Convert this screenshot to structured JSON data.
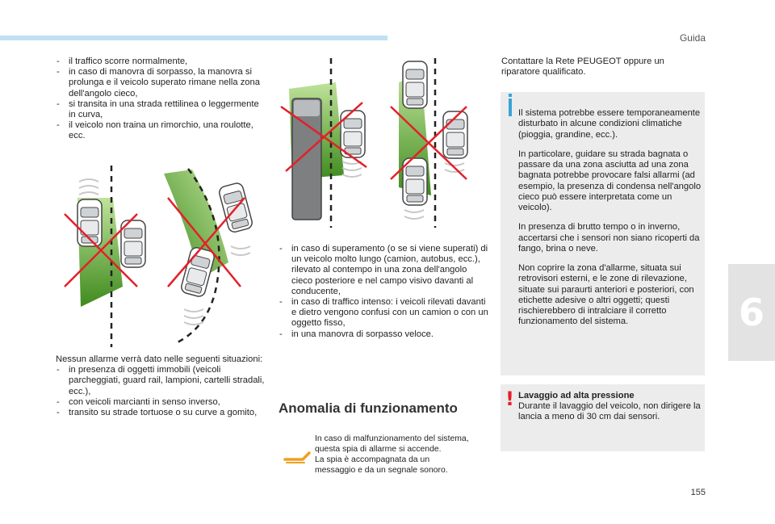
{
  "header": {
    "section": "Guida"
  },
  "chapter": {
    "number": "6"
  },
  "footer": {
    "page_number": "155"
  },
  "col1_top": {
    "items": [
      "il traffico scorre normalmente,",
      "in caso di manovra di sorpasso, la manovra si prolunga e il veicolo superato rimane nella zona dell'angolo cieco,",
      "si transita in una strada rettilinea o leggermente in curva,",
      "il veicolo non traina un rimorchio, una roulotte, ecc."
    ]
  },
  "col1_bottom": {
    "intro": "Nessun allarme verrà dato nelle seguenti situazioni:",
    "items": [
      "in presenza di oggetti immobili (veicoli parcheggiati, guard rail, lampioni, cartelli stradali, ecc.),",
      "con veicoli marcianti in senso inverso,",
      "transito su strade tortuose o su curve a gomito,"
    ]
  },
  "col2": {
    "items": [
      "in caso di superamento (o se si viene superati) di un veicolo molto lungo (camion, autobus, ecc.), rilevato al contempo in una zona dell'angolo cieco posteriore e nel campo visivo davanti al conducente,",
      "in caso di traffico intenso: i veicoli rilevati davanti e dietro vengono confusi con un camion o con un oggetto fisso,",
      "in una manovra di sorpasso veloce."
    ],
    "heading": "Anomalia di funzionamento",
    "malfunction_note": [
      "In caso di malfunzionamento del sistema,",
      "questa spia di allarme si accende.",
      "La spia è accompagnata da un",
      "messaggio e da un segnale sonoro."
    ]
  },
  "col3": {
    "contact": "Contattare la Rete PEUGEOT oppure un riparatore qualificato.",
    "info_paragraphs": [
      "Il sistema potrebbe essere temporaneamente disturbato in alcune condizioni climatiche (pioggia, grandine, ecc.).",
      "In particolare, guidare su strada bagnata o passare da una zona asciutta ad una zona bagnata potrebbe provocare falsi allarmi (ad esempio, la presenza di condensa nell'angolo cieco può essere interpretata come un veicolo).",
      "In presenza di brutto tempo o in inverno, accertarsi che i sensori non siano ricoperti da fango, brina o neve.",
      "Non coprire la zona d'allarme, situata sui retrovisori esterni, e le zone di rilevazione, situate sui paraurti anteriori e posteriori, con etichette adesive o altri oggetti; questi rischierebbero di intralciare il corretto funzionamento del sistema."
    ],
    "warning_title": "Lavaggio ad alta pressione",
    "warning_text": "Durante il lavaggio del veicolo, non dirigere la lancia a meno di 30 cm dai sensori."
  },
  "colors": {
    "zone_green": "#4f9a2a",
    "cross_red": "#e3202a",
    "info_blue": "#3aa3d8",
    "warning_orange": "#f0a020",
    "topbar": "#bfe1f2"
  },
  "icons": [
    "info-icon",
    "warning-exclamation-icon",
    "blind-spot-warning-lamp-icon"
  ]
}
